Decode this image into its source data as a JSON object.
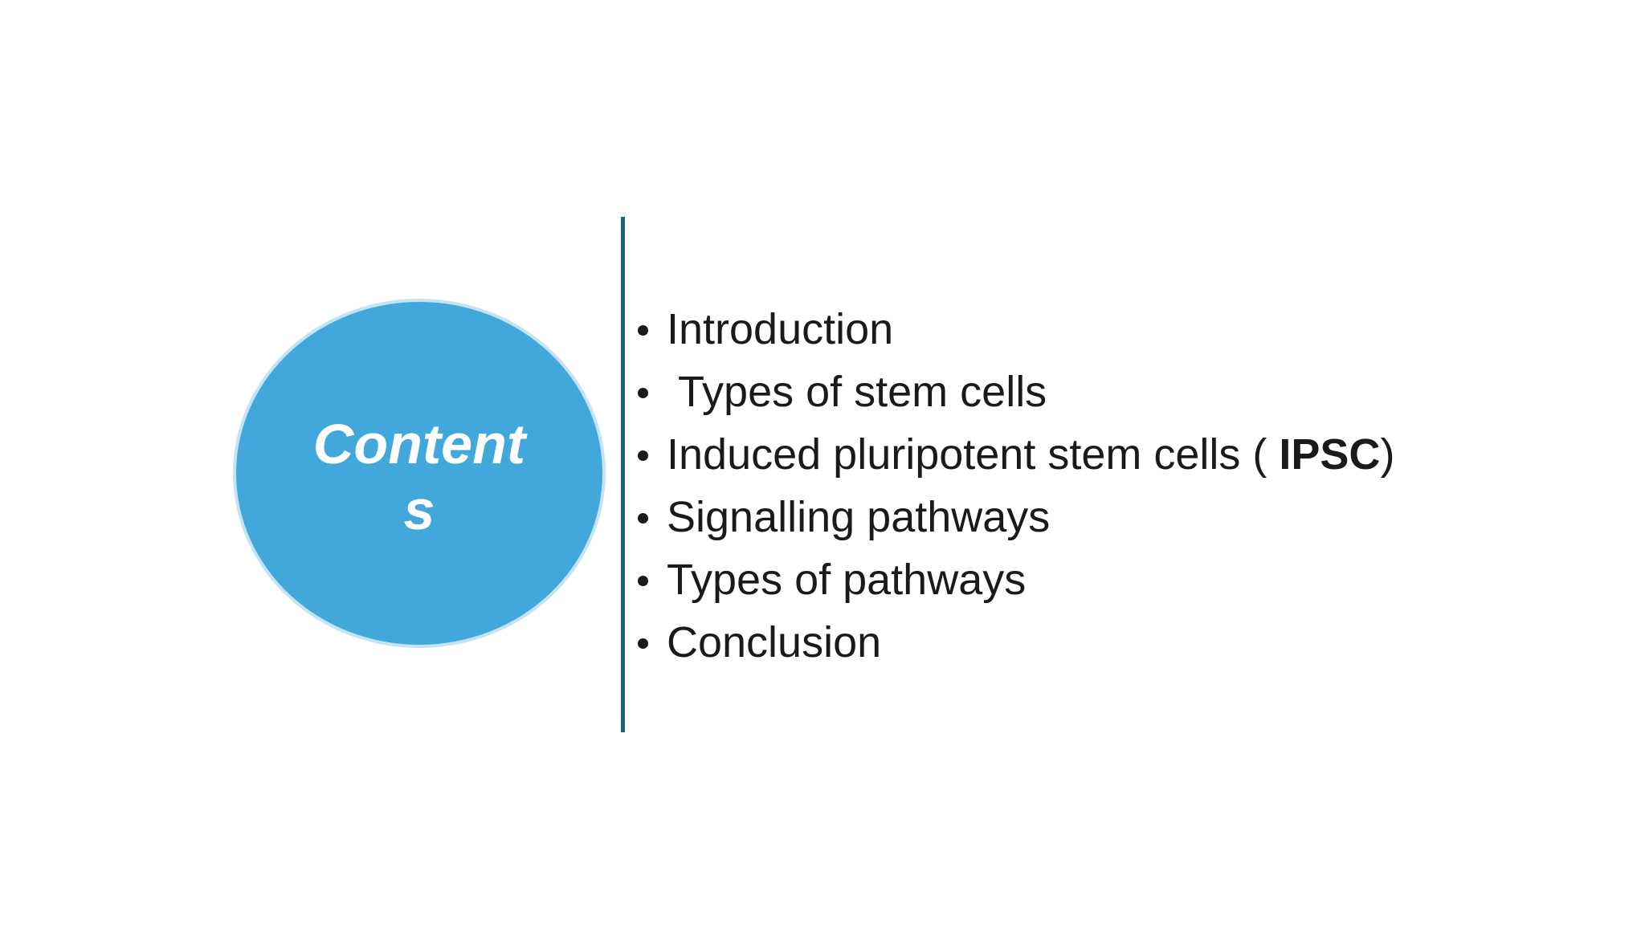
{
  "slide": {
    "background_color": "#ffffff",
    "circle": {
      "label_lines": [
        "Content",
        "s"
      ],
      "full_label": "Contents",
      "fill_color": "#42a8db",
      "border_color": "#c5e4f3",
      "text_color": "#ffffff"
    },
    "divider": {
      "color": "#1e5f80"
    },
    "list": {
      "text_color": "#1a1a1a",
      "bullets": [
        [
          {
            "text": "Introduction",
            "bold": false
          }
        ],
        [
          {
            "text": " Types of stem cells",
            "bold": false
          }
        ],
        [
          {
            "text": "Induced pluripotent stem cells ( ",
            "bold": false
          },
          {
            "text": "IPSC",
            "bold": true
          },
          {
            "text": ")",
            "bold": false
          }
        ],
        [
          {
            "text": "Signalling pathways",
            "bold": false
          }
        ],
        [
          {
            "text": "Types of pathways",
            "bold": false
          }
        ],
        [
          {
            "text": "Conclusion",
            "bold": false
          }
        ]
      ]
    }
  }
}
